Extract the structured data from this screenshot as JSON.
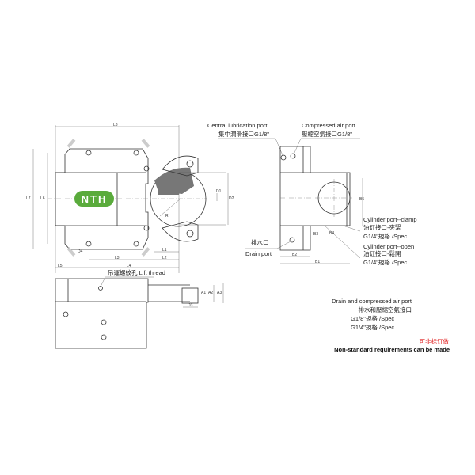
{
  "brand": {
    "logo_text": "NTH",
    "logo_color": "#5aab3c"
  },
  "top_view": {
    "dims": {
      "L1": "L1",
      "L2": "L2",
      "L3": "L3",
      "L4": "L4",
      "L5": "L5",
      "L6": "L6",
      "L7": "L7",
      "L8": "L8",
      "D1": "D1",
      "D2": "D2",
      "D4": "D4",
      "R": "R"
    }
  },
  "side_view": {
    "central_lubrication_en": "Central lubrication port",
    "central_lubrication_cn": "集中潤滑接口G1/8\"",
    "compressed_air_en": "Compressed air port",
    "compressed_air_cn": "壓縮空氣接口G1/8\"",
    "cyl_clamp_en": "Cylinder port--clamp",
    "cyl_clamp_cn": "油缸接口-夾緊",
    "cyl_clamp_spec": "G1/4\"規格 /Spec",
    "cyl_open_en": "Cylinder port--open",
    "cyl_open_cn": "油缸接口-鬆開",
    "cyl_open_spec": "G1/4\"規格 /Spec",
    "drain_cn": "排水口",
    "drain_en": "Drain port",
    "dims": {
      "B1": "B1",
      "B2": "B2",
      "B3": "B3",
      "B4": "B4",
      "B5": "B5"
    }
  },
  "bottom_view": {
    "lift_thread": "吊運螺紋孔 Lift thread",
    "dims": {
      "A1": "A1",
      "A2": "A2",
      "A3": "A3",
      "D3": "D3"
    }
  },
  "notes": {
    "drain_air_en": "Drain and compressed air port",
    "drain_air_cn": "排水和壓縮空氣接口",
    "spec_1_8": "G1/8\"規格 /Spec",
    "spec_1_4": "G1/4\"規格 /Spec",
    "nonstandard_cn": "可非标订做",
    "nonstandard_en": "Non-standard requirements can be made",
    "accent_red": "#e02020"
  }
}
